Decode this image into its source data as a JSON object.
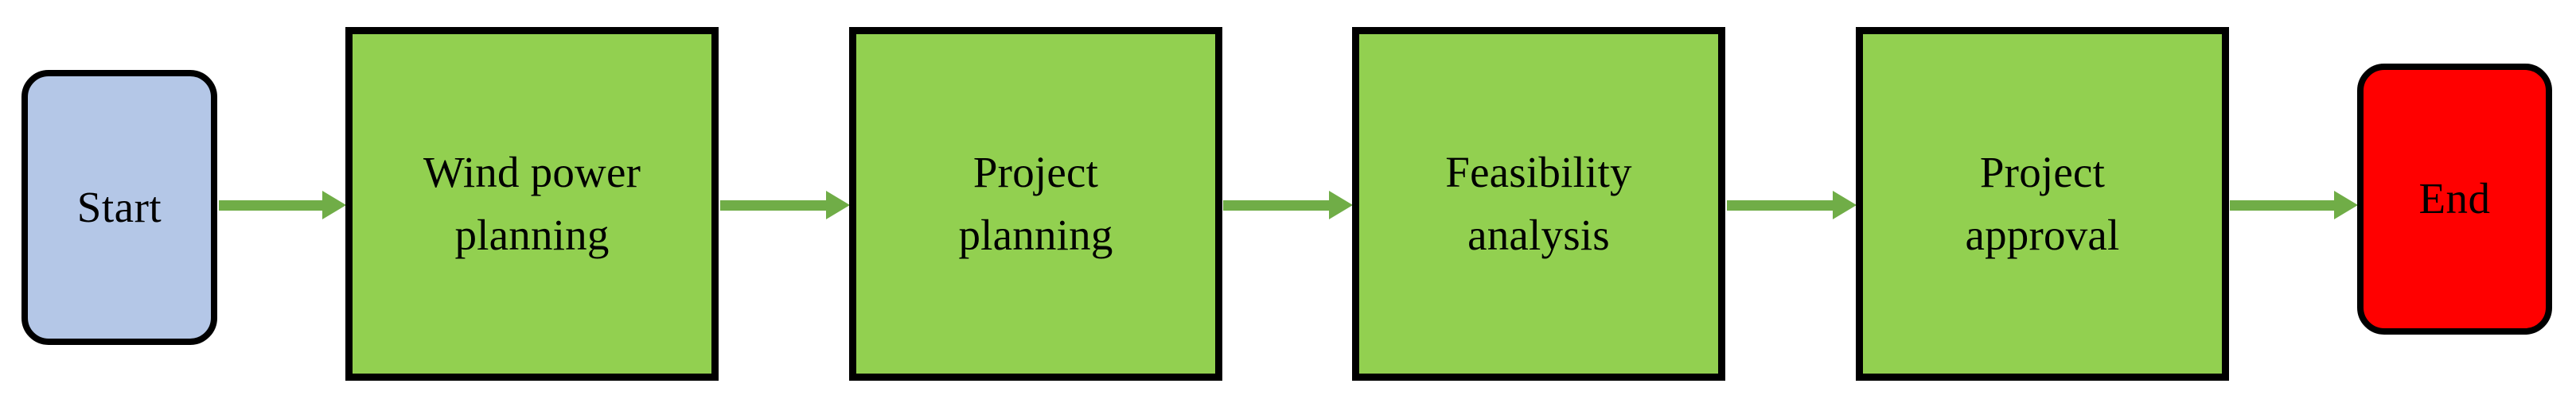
{
  "diagram": {
    "type": "flowchart",
    "orientation": "left-to-right",
    "background_color": "#ffffff",
    "title": "",
    "nodes": [
      {
        "id": "start",
        "label": "Start",
        "shape": "rounded-rectangle",
        "role": "terminator",
        "fill_color": "#b4c7e7",
        "border_color": "#000000",
        "text_color": "#000000"
      },
      {
        "id": "p1",
        "label": "Wind power\nplanning",
        "shape": "rectangle",
        "role": "process",
        "fill_color": "#92d050",
        "border_color": "#000000",
        "text_color": "#000000"
      },
      {
        "id": "p2",
        "label": "Project\nplanning",
        "shape": "rectangle",
        "role": "process",
        "fill_color": "#92d050",
        "border_color": "#000000",
        "text_color": "#000000"
      },
      {
        "id": "p3",
        "label": "Feasibility\nanalysis",
        "shape": "rectangle",
        "role": "process",
        "fill_color": "#92d050",
        "border_color": "#000000",
        "text_color": "#000000"
      },
      {
        "id": "p4",
        "label": "Project\napproval",
        "shape": "rectangle",
        "role": "process",
        "fill_color": "#92d050",
        "border_color": "#000000",
        "text_color": "#000000"
      },
      {
        "id": "end",
        "label": "End",
        "shape": "rounded-rectangle",
        "role": "terminator",
        "fill_color": "#ff0000",
        "border_color": "#000000",
        "text_color": "#000000"
      }
    ],
    "edges": [
      {
        "id": "e1",
        "from": "start",
        "to": "p1",
        "label": "",
        "style": "solid-arrow",
        "color": "#70ad47"
      },
      {
        "id": "e2",
        "from": "p1",
        "to": "p2",
        "label": "",
        "style": "solid-arrow",
        "color": "#70ad47"
      },
      {
        "id": "e3",
        "from": "p2",
        "to": "p3",
        "label": "",
        "style": "solid-arrow",
        "color": "#70ad47"
      },
      {
        "id": "e4",
        "from": "p3",
        "to": "p4",
        "label": "",
        "style": "solid-arrow",
        "color": "#70ad47"
      },
      {
        "id": "e5",
        "from": "p4",
        "to": "end",
        "label": "",
        "style": "solid-arrow",
        "color": "#70ad47"
      }
    ]
  }
}
